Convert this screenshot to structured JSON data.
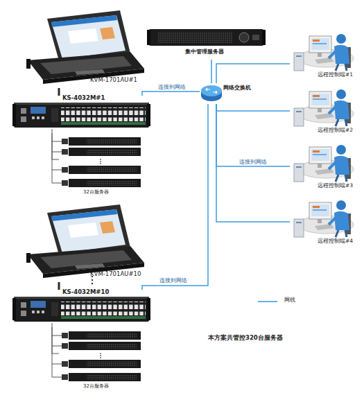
{
  "diagram": {
    "nodes": [
      {
        "text": [
          "KVM-1701AU#1"
        ]
      },
      {
        "text": [
          "集中管理服务器"
        ]
      },
      {
        "text": [
          "网络交换机"
        ]
      },
      {
        "text": [
          "KS-4032M#1"
        ]
      },
      {
        "text": [
          "32台服务器"
        ]
      },
      {
        "text": [
          "远程控制端#1"
        ]
      },
      {
        "text": [
          "远程控制端#2"
        ]
      },
      {
        "text": [
          "远程控制端#3"
        ]
      },
      {
        "text": [
          "远程控制端#4"
        ]
      },
      {
        "text": [
          "KVM-1701AU#10"
        ]
      },
      {
        "text": [
          "KS-4032M#10"
        ]
      },
      {
        "text": [
          "32台服务器"
        ]
      }
    ],
    "edges": [
      {
        "from": 0,
        "to": 3,
        "arrow": "none"
      },
      {
        "from": 3,
        "to": 2,
        "label": "连接到网络",
        "arrow": "none"
      },
      {
        "from": 1,
        "to": 2,
        "arrow": "none"
      },
      {
        "from": 2,
        "to": 5,
        "arrow": "none"
      },
      {
        "from": 2,
        "to": 6,
        "arrow": "none"
      },
      {
        "from": 2,
        "to": 7,
        "label": "连接到网络",
        "arrow": "none"
      },
      {
        "from": 2,
        "to": 8,
        "arrow": "none"
      },
      {
        "from": 9,
        "to": 10,
        "arrow": "none"
      },
      {
        "from": 10,
        "to": 2,
        "label": "连接到网络",
        "arrow": "none"
      },
      {
        "from": 3,
        "to": 4,
        "arrow": "none"
      },
      {
        "from": 10,
        "to": 11,
        "arrow": "none"
      }
    ],
    "labels": [
      "本方案共管控320台服务器"
    ],
    "legend": [
      {
        "text": "网线"
      }
    ]
  }
}
